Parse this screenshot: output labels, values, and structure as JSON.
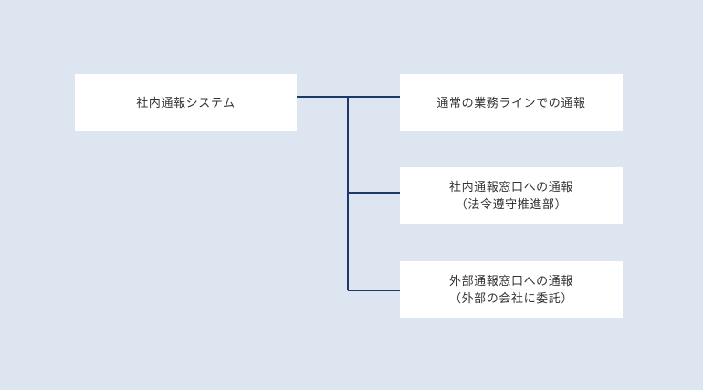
{
  "diagram": {
    "type": "tree",
    "orientation": "left-to-right",
    "background_color": "#dde6f0",
    "node_fill_color": "#ffffff",
    "connector_color": "#1b3a6b",
    "text_color": "#333333",
    "root": {
      "label": "社内通報システム"
    },
    "branches": [
      {
        "label": "通常の業務ラインでの通報"
      },
      {
        "label": "社内通報窓口への通報\n（法令遵守推進部）"
      },
      {
        "label": "外部通報窓口への通報\n（外部の会社に委託）"
      }
    ]
  }
}
